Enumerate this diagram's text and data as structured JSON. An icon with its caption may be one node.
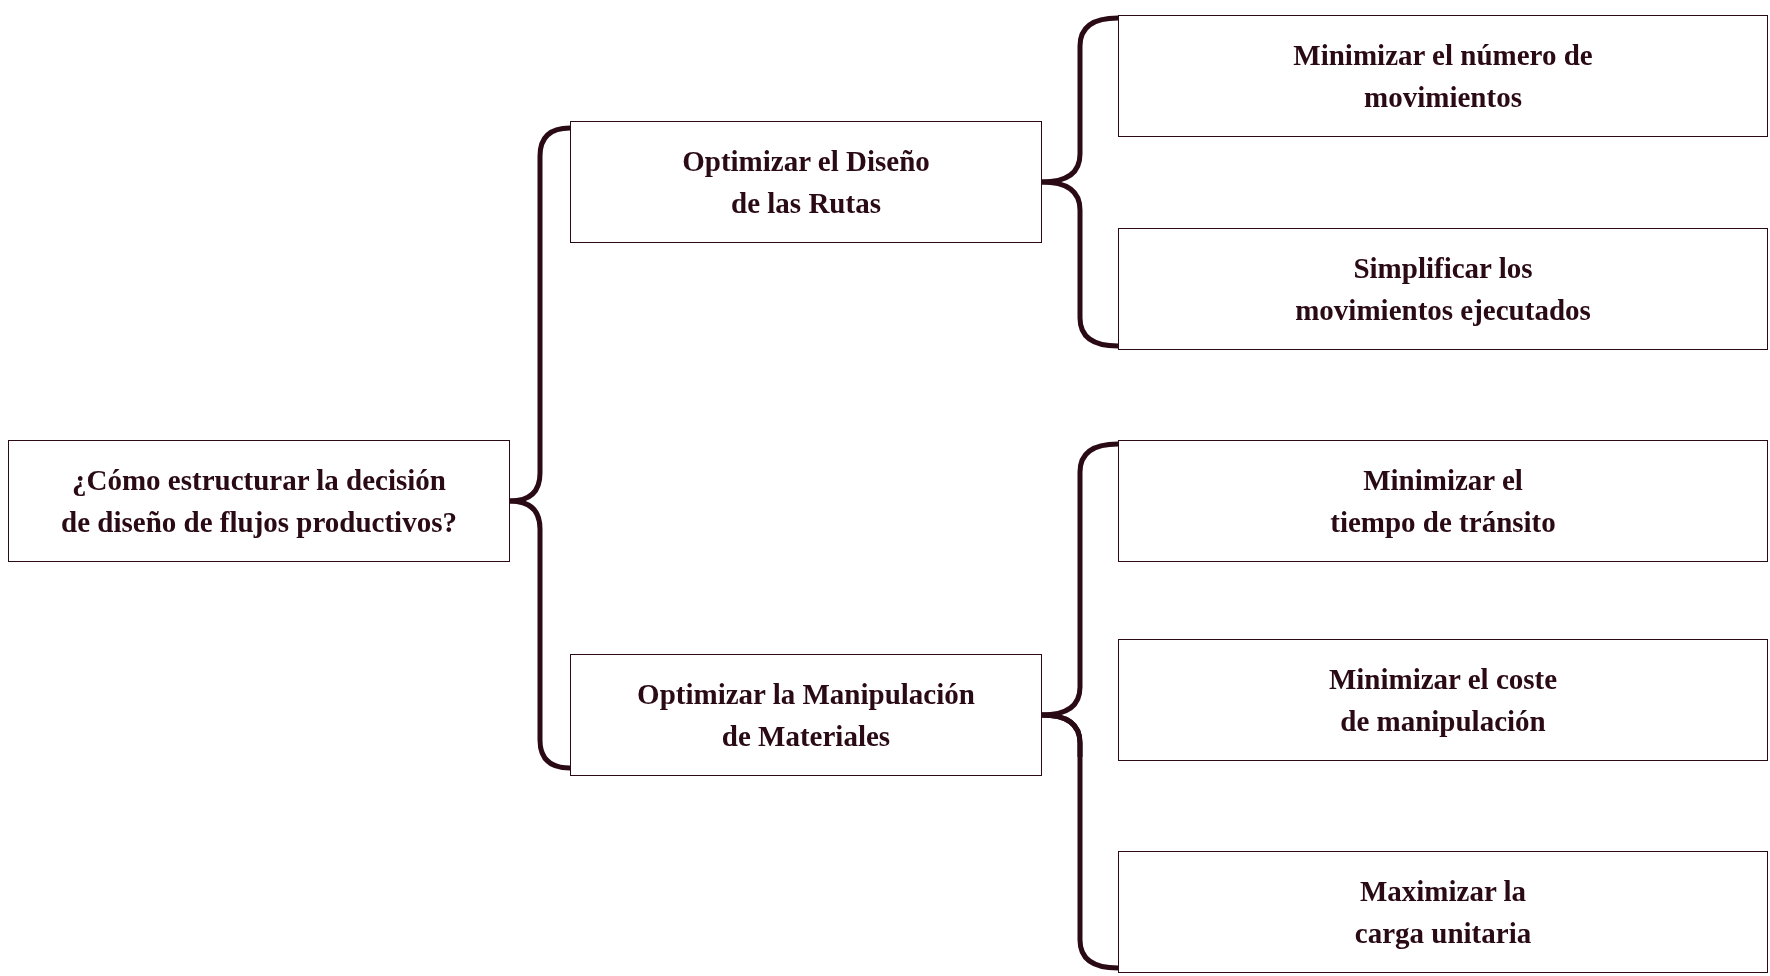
{
  "diagram": {
    "nodes": [
      {
        "text": [
          "¿Cómo estructurar la decisión de diseño de flujos productivos?"
        ]
      },
      {
        "text": [
          "Optimizar el Diseño de las Rutas"
        ]
      },
      {
        "text": [
          "Optimizar la Manipulación de Materiales"
        ]
      },
      {
        "text": [
          "Minimizar el número de movimientos"
        ]
      },
      {
        "text": [
          "Simplificar los movimientos ejecutados"
        ]
      },
      {
        "text": [
          "Minimizar el tiempo de tránsito"
        ]
      },
      {
        "text": [
          "Minimizar el coste de manipulación"
        ]
      },
      {
        "text": [
          "Maximizar la carga unitaria"
        ]
      }
    ],
    "edges": [
      {
        "from": 0,
        "to": 1,
        "arrow": "none"
      },
      {
        "from": 0,
        "to": 2,
        "arrow": "none"
      },
      {
        "from": 1,
        "to": 3,
        "arrow": "none"
      },
      {
        "from": 1,
        "to": 4,
        "arrow": "none"
      },
      {
        "from": 2,
        "to": 5,
        "arrow": "none"
      },
      {
        "from": 2,
        "to": 6,
        "arrow": "none"
      },
      {
        "from": 2,
        "to": 7,
        "arrow": "none"
      }
    ]
  }
}
